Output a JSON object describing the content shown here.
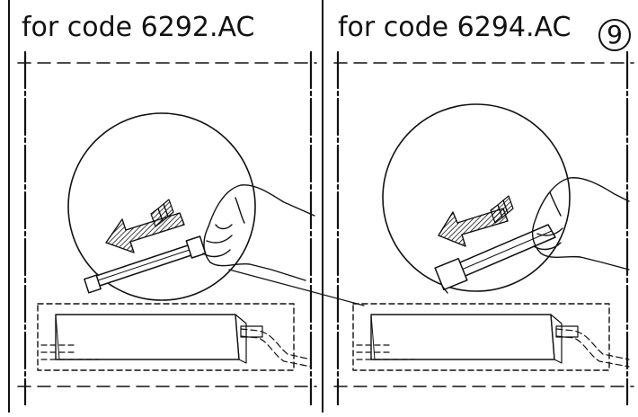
{
  "panels": [
    {
      "label": "for code 6292.AC"
    },
    {
      "label": "for code 6294.AC"
    }
  ],
  "step_number": "9",
  "colors": {
    "line": "#111111",
    "background": "#ffffff"
  }
}
